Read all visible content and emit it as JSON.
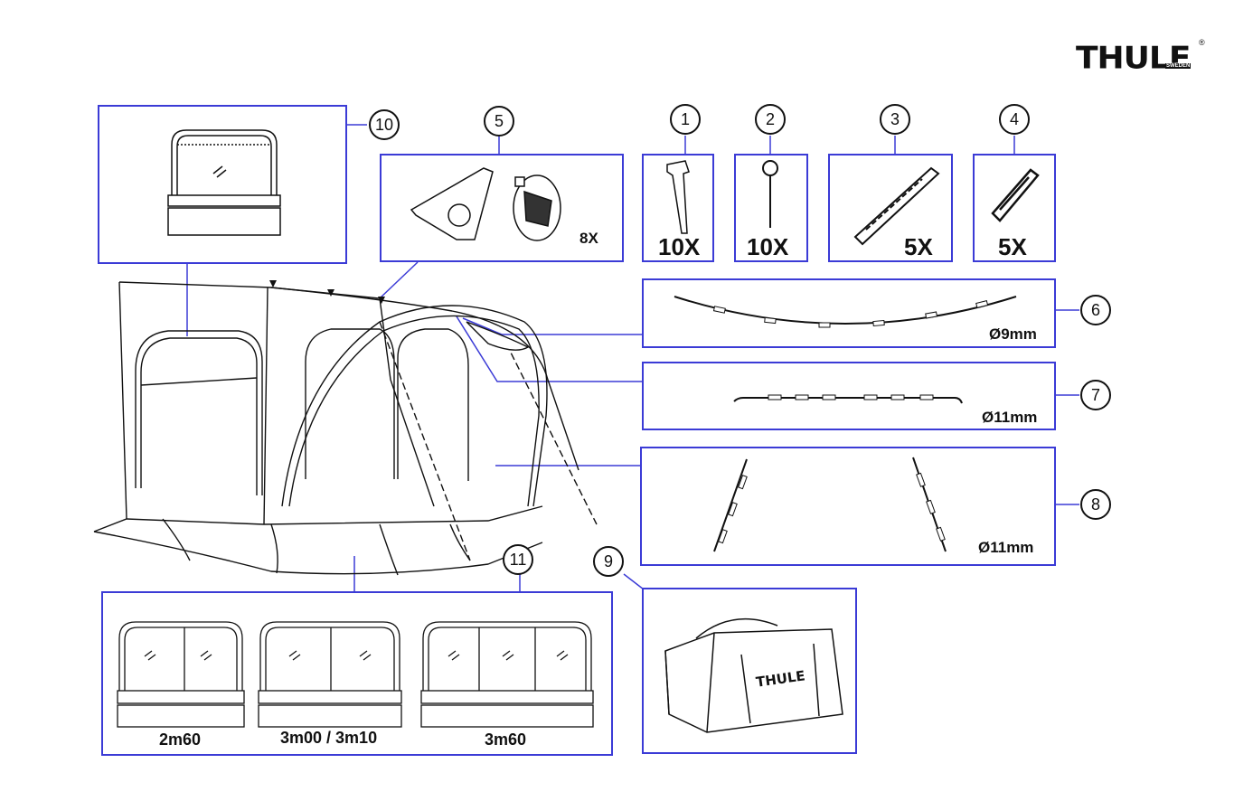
{
  "brand": {
    "logo_text": "THULE",
    "logo_sub": "SWEDEN",
    "logo_reg": "®"
  },
  "callouts": {
    "c1": "1",
    "c2": "2",
    "c3": "3",
    "c4": "4",
    "c5": "5",
    "c6": "6",
    "c7": "7",
    "c8": "8",
    "c9": "9",
    "c10": "10",
    "c11": "11"
  },
  "parts": {
    "pegs": {
      "qty": "10X"
    },
    "pins": {
      "qty": "10X"
    },
    "ladder_long": {
      "qty": "5X"
    },
    "ladder_short": {
      "qty": "5X"
    },
    "clamps": {
      "qty": "8X"
    },
    "pole_6": {
      "diameter": "Ø9mm"
    },
    "pole_7": {
      "diameter": "Ø11mm"
    },
    "pole_8": {
      "diameter": "Ø11mm"
    },
    "bag": {
      "logo": "THULE"
    }
  },
  "panel_sizes": [
    "2m60",
    "3m00 / 3m10",
    "3m60"
  ],
  "colors": {
    "frame": "#3b3bd6",
    "ink": "#111111"
  }
}
